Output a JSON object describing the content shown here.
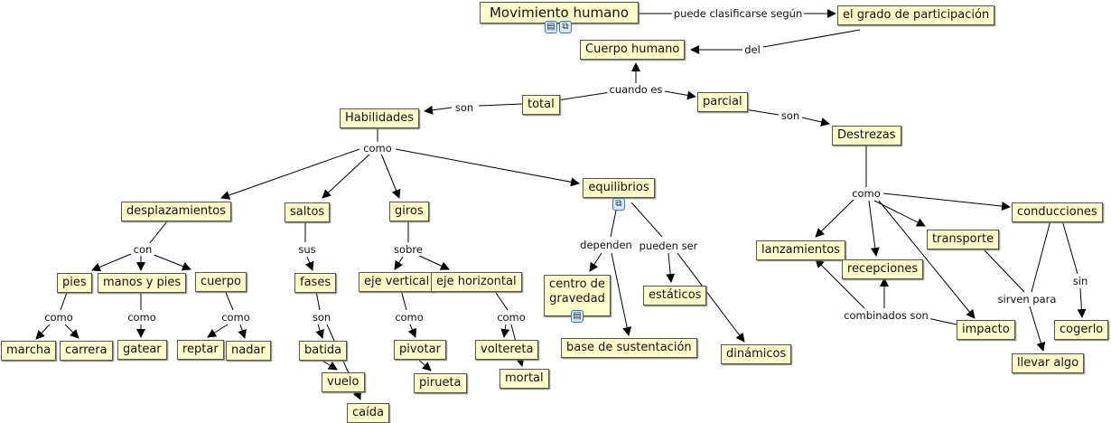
{
  "concept_map": {
    "title": "Movimiento humano",
    "concepts": {
      "movimiento_humano": "Movimiento humano",
      "grado_participacion": "el grado de participación",
      "cuerpo_humano": "Cuerpo humano",
      "total": "total",
      "parcial": "parcial",
      "habilidades": "Habilidades",
      "destrezas": "Destrezas",
      "desplazamientos": "desplazamientos",
      "saltos": "saltos",
      "giros": "giros",
      "equilibrios": "equilibrios",
      "pies": "pies",
      "manos_y_pies": "manos y pies",
      "cuerpo": "cuerpo",
      "marcha": "marcha",
      "carrera": "carrera",
      "gatear": "gatear",
      "reptar": "reptar",
      "nadar": "nadar",
      "fases": "fases",
      "batida": "batida",
      "vuelo": "vuelo",
      "caida": "caída",
      "eje_vertical": "eje vertical",
      "eje_horizontal": "eje horizontal",
      "pivotar": "pivotar",
      "pirueta": "pirueta",
      "voltereta": "voltereta",
      "mortal": "mortal",
      "centro_gravedad": "centro de gravedad",
      "base_sustentacion": "base de sustentación",
      "estaticos": "estáticos",
      "dinamicos": "dinámicos",
      "lanzamientos": "lanzamientos",
      "recepciones": "recepciones",
      "transporte": "transporte",
      "conducciones": "conducciones",
      "impacto": "impacto",
      "llevar_algo": "llevar algo",
      "cogerlo": "cogerlo"
    },
    "linking_phrases": {
      "puede_clasificarse": "puede clasificarse según",
      "del": "del",
      "cuando_es": "cuando es",
      "son_total": "son",
      "son_parcial": "son",
      "como_habilidades": "como",
      "como_destrezas": "como",
      "con": "con",
      "sus": "sus",
      "sobre": "sobre",
      "dependen": "dependen",
      "pueden_ser": "pueden ser",
      "como_pies": "como",
      "como_manos": "como",
      "como_cuerpo": "como",
      "son_fases": "son",
      "como_vertical": "como",
      "como_horizontal": "como",
      "combinados_son": "combinados son",
      "sirven_para": "sirven para",
      "sin": "sin"
    },
    "resource_icons": {
      "movimiento_doc": "document-icon",
      "movimiento_map": "concept-map-icon",
      "equilibrios_map": "concept-map-icon",
      "centro_doc": "text-document-icon"
    }
  }
}
